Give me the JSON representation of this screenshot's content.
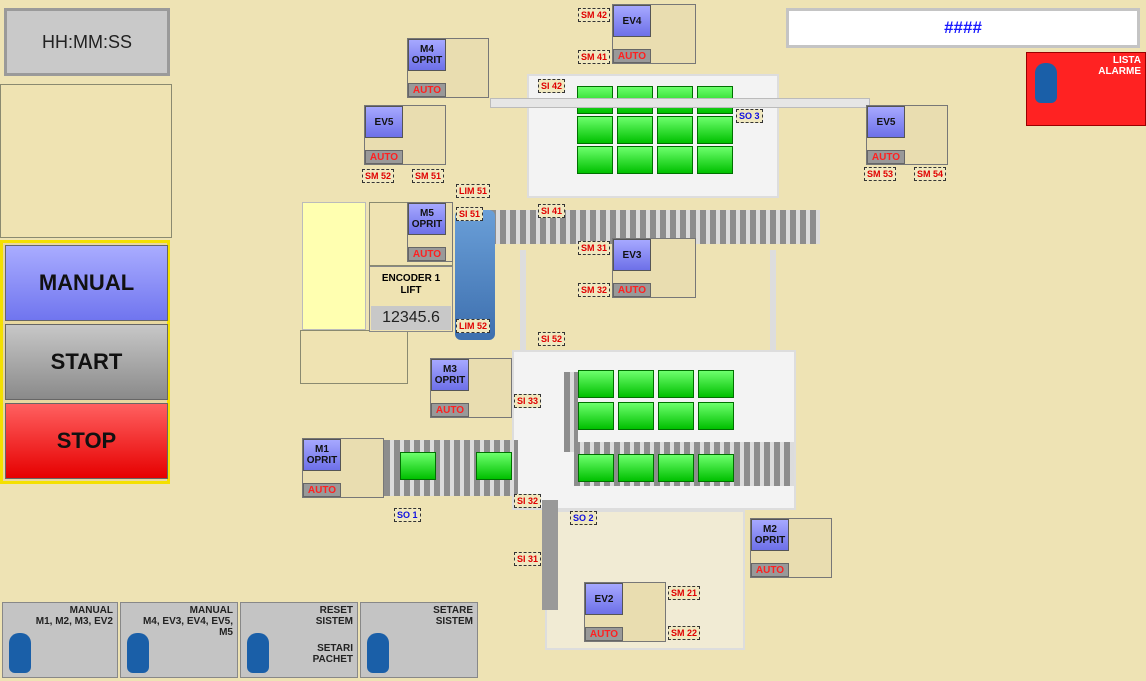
{
  "clock": "HH:MM:SS",
  "display_value": "####",
  "alarm_button": "LISTA ALARME",
  "mode": {
    "manual": "MANUAL",
    "start": "START",
    "stop": "STOP"
  },
  "encoder": {
    "label": "ENCODER 1 LIFT",
    "value": "12345.6"
  },
  "bottom": [
    {
      "l1": "MANUAL",
      "l2": "M1, M2, M3, EV2",
      "l3": ""
    },
    {
      "l1": "MANUAL",
      "l2": "M4, EV3, EV4, EV5,",
      "l3": "M5"
    },
    {
      "l1": "RESET",
      "l2": "SISTEM",
      "l3": "SETARI PACHET"
    },
    {
      "l1": "SETARE",
      "l2": "SISTEM",
      "l3": ""
    }
  ],
  "motors": {
    "m4": "M4 OPRIT",
    "m5": "M5 OPRIT",
    "m3": "M3 OPRIT",
    "m1": "M1 OPRIT",
    "m2": "M2 OPRIT",
    "ev4": "EV4",
    "ev5a": "EV5",
    "ev5b": "EV5",
    "ev3": "EV3",
    "ev2": "EV2",
    "auto": "AUTO"
  },
  "tags": {
    "sm42": "SM 42",
    "sm41": "SM 41",
    "si42": "SI 42",
    "so3": "SO 3",
    "sm52": "SM 52",
    "sm51": "SM 51",
    "sm53": "SM 53",
    "sm54": "SM 54",
    "lim51": "LIM 51",
    "si51": "SI 51",
    "si41": "SI 41",
    "sm31": "SM 31",
    "sm32": "SM 32",
    "lim52": "LIM 52",
    "si52": "SI 52",
    "si33": "SI 33",
    "si32": "SI 32",
    "so1": "SO 1",
    "so2": "SO 2",
    "si31": "SI 31",
    "sm21": "SM 21",
    "sm22": "SM 22"
  },
  "colors": {
    "accent": "#7075ef",
    "alarm": "#ff2222",
    "ok": "#00c000",
    "bg": "#eee3b4"
  }
}
